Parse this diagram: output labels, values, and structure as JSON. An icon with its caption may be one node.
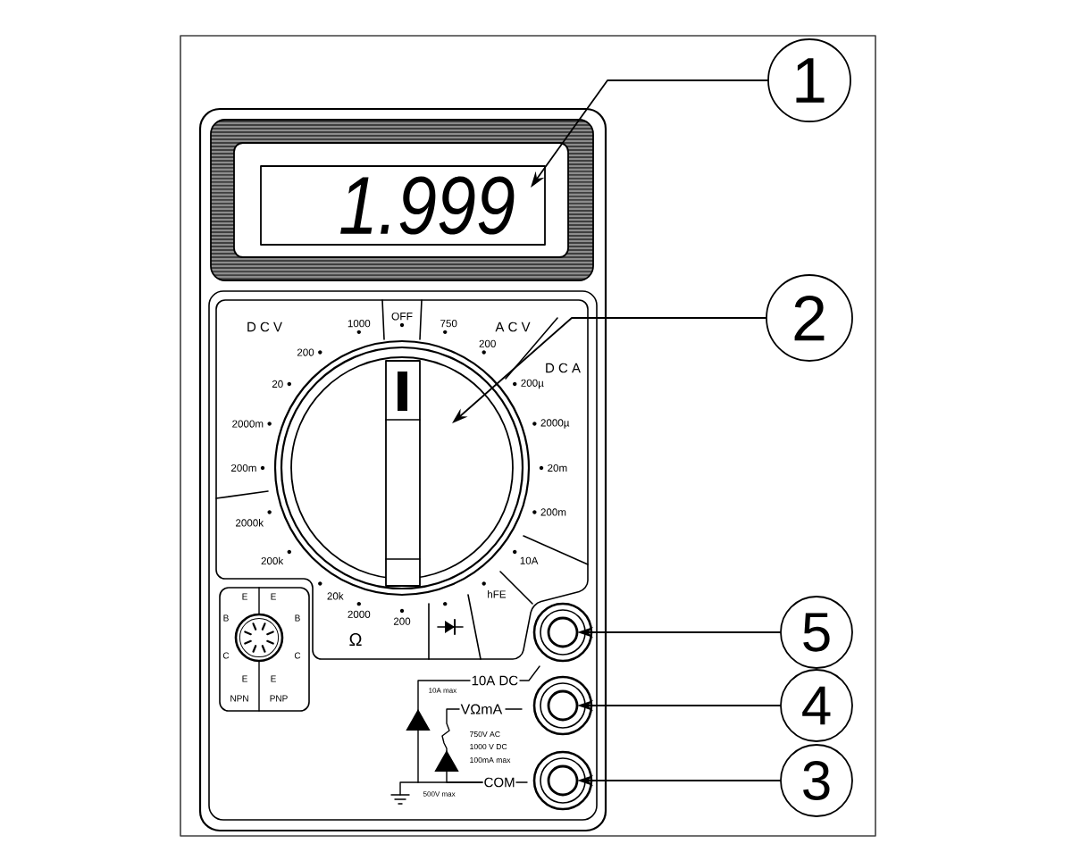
{
  "diagram": {
    "nodes": [
      {
        "text": [
          "1"
        ]
      },
      {
        "text": [
          "1.999"
        ]
      },
      {
        "text": [
          "2"
        ]
      },
      {
        "text": [],
        "shape": "circle"
      },
      {
        "text": [],
        "shape": "circle"
      },
      {
        "text": [
          "5"
        ]
      },
      {
        "text": [
          "10A DC"
        ]
      },
      {
        "text": [
          "VΩmA"
        ]
      },
      {
        "text": [],
        "shape": "circle"
      },
      {
        "text": [
          "4"
        ]
      },
      {
        "text": [
          "COM"
        ]
      },
      {
        "text": [],
        "shape": "circle"
      },
      {
        "text": [
          "3"
        ]
      }
    ],
    "edges": [
      {
        "from": 0,
        "to": 1,
        "arrow": "to"
      },
      {
        "from": 2,
        "to": 3,
        "arrow": "to"
      },
      {
        "from": 5,
        "to": 4,
        "arrow": "to"
      },
      {
        "from": 9,
        "to": 8,
        "arrow": "to"
      },
      {
        "from": 12,
        "to": 11,
        "arrow": "to"
      },
      {
        "from": 10,
        "to": 6,
        "arrow": "to"
      },
      {
        "from": 10,
        "to": 7,
        "arrow": "to"
      }
    ],
    "labels": [
      "D C V",
      "1000",
      "OFF",
      "750",
      "A C V",
      "200",
      "200",
      "D C A",
      "20",
      "200µ",
      "2000m",
      "2000µ",
      "200m",
      "20m",
      "2000k",
      "200m",
      "200k",
      "10A",
      "E",
      "E",
      "20k",
      "hFE",
      "B",
      "B",
      "2000",
      "200",
      "Ω",
      "C",
      "C",
      "E",
      "E",
      "10A max",
      "NPN",
      "PNP",
      "750V AC",
      "1000 V DC",
      "100mA max",
      "500V max"
    ]
  }
}
